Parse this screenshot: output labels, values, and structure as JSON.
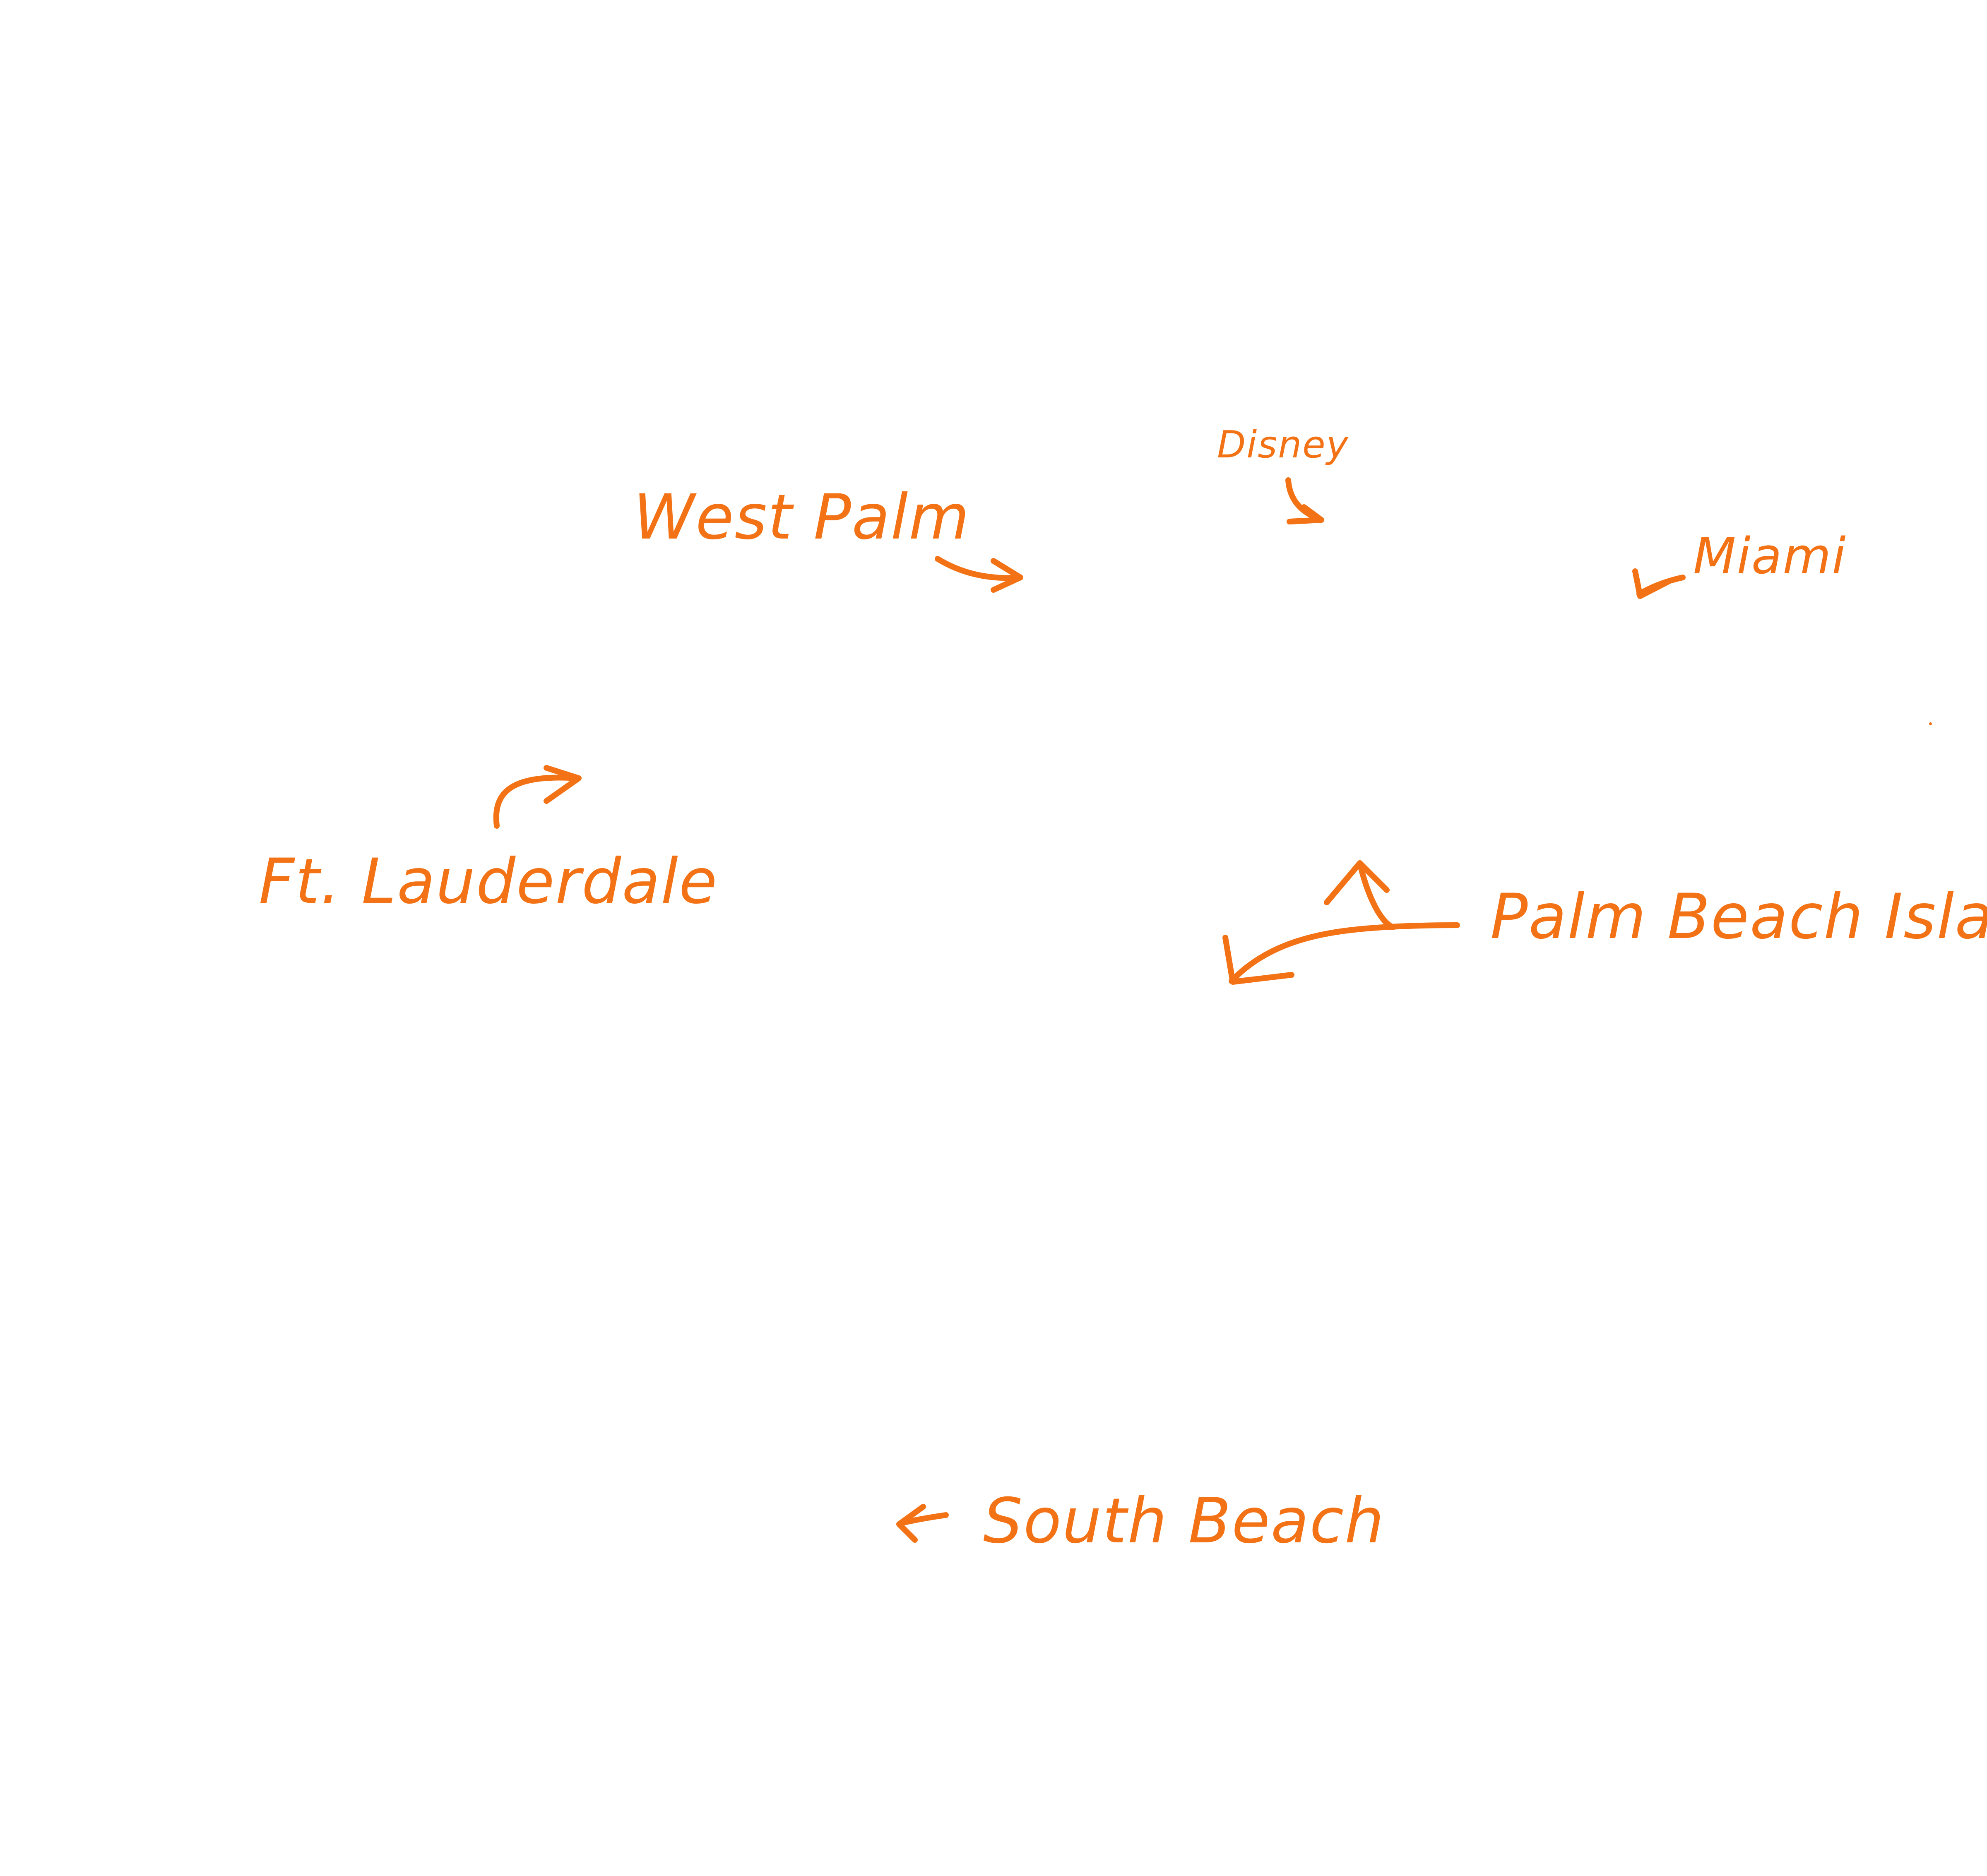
{
  "map": {
    "labels": {
      "disney": "Disney",
      "west_palm": "West Palm",
      "miami": "Miami",
      "ft_lauderdale": "Ft. Lauderdale",
      "palm_beach_island": "Palm Beach Island",
      "south_beach": "South Beach"
    },
    "colors": {
      "annotation": "#f27215",
      "background": "#ffffff"
    },
    "icons": {
      "disney": "arrow-icon",
      "west_palm": "arrow-icon",
      "miami": "arrow-icon",
      "ft_lauderdale": "arrow-icon",
      "palm_beach_island": "fork-arrow-icon",
      "south_beach": "arrow-icon"
    }
  }
}
